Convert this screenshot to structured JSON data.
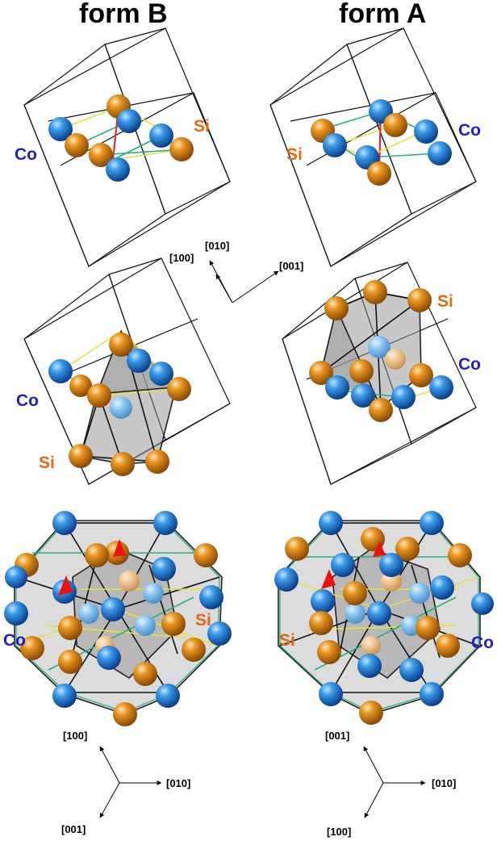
{
  "titles": {
    "left": "form B",
    "right": "form A"
  },
  "labels": {
    "co": "Co",
    "si": "Si"
  },
  "axes": {
    "middle": {
      "a": "[010]",
      "b": "[100]",
      "c": "[001]"
    },
    "bottom_left": {
      "a": "[100]",
      "b": "[010]",
      "c": "[001]"
    },
    "bottom_right": {
      "a": "[001]",
      "b": "[010]",
      "c": "[100]"
    }
  },
  "colors": {
    "co_atom": "#1e7fd6",
    "si_atom": "#e0861e",
    "marker": "#ee1111"
  }
}
